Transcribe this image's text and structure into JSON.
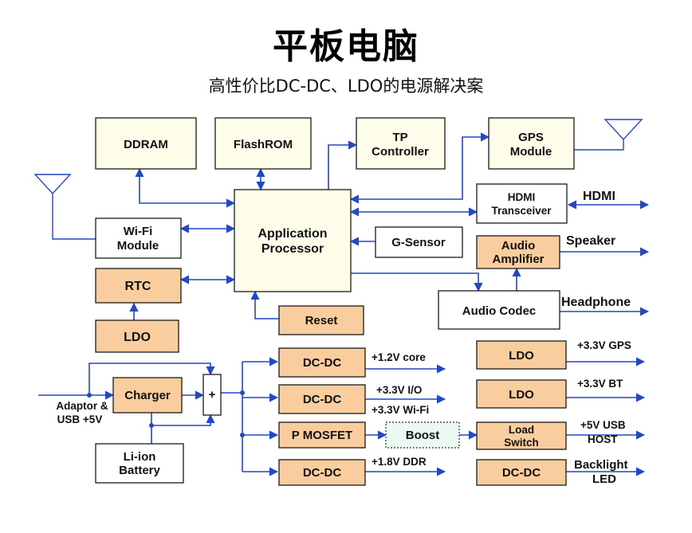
{
  "title": "平板电脑",
  "subtitle": "高性价比DC-DC、LDO的电源解决案",
  "blocks": {
    "ddram": "DDRAM",
    "flashrom": "FlashROM",
    "tp_line1": "TP",
    "tp_line2": "Controller",
    "gps_line1": "GPS",
    "gps_line2": "Module",
    "hdmi_line1": "HDMI",
    "hdmi_line2": "Transceiver",
    "ap_line1": "Application",
    "ap_line2": "Processor",
    "wifi_line1": "Wi-Fi",
    "wifi_line2": "Module",
    "gsensor": "G-Sensor",
    "amp_line1": "Audio",
    "amp_line2": "Amplifier",
    "rtc": "RTC",
    "ldo_rtc": "LDO",
    "audio_codec": "Audio Codec",
    "reset": "Reset",
    "charger": "Charger",
    "plus": "+",
    "battery_line1": "Li-ion",
    "battery_line2": "Battery",
    "dcdc_core": "DC-DC",
    "dcdc_io": "DC-DC",
    "pmosfet": "P MOSFET",
    "boost": "Boost",
    "dcdc_ddr": "DC-DC",
    "ldo_gps": "LDO",
    "ldo_bt": "LDO",
    "load_line1": "Load",
    "load_line2": "Switch",
    "dcdc_bl": "DC-DC"
  },
  "labels": {
    "hdmi": "HDMI",
    "speaker": "Speaker",
    "headphone": "Headphone",
    "adaptor_line1": "Adaptor &",
    "adaptor_line2": "USB +5V",
    "core": "+1.2V core",
    "io": "+3.3V I/O",
    "wifi": "+3.3V Wi-Fi",
    "ddr": "+1.8V DDR",
    "gps": "+3.3V GPS",
    "bt": "+3.3V BT",
    "usb_line1": "+5V USB",
    "usb_line2": "HOST",
    "backlight_line1": "Backlight",
    "backlight_line2": "LED"
  },
  "colors": {
    "cream": "#fdfdea",
    "orange": "#f9cd9d",
    "wire": "#2447c4",
    "boost": "#eafaf2"
  }
}
